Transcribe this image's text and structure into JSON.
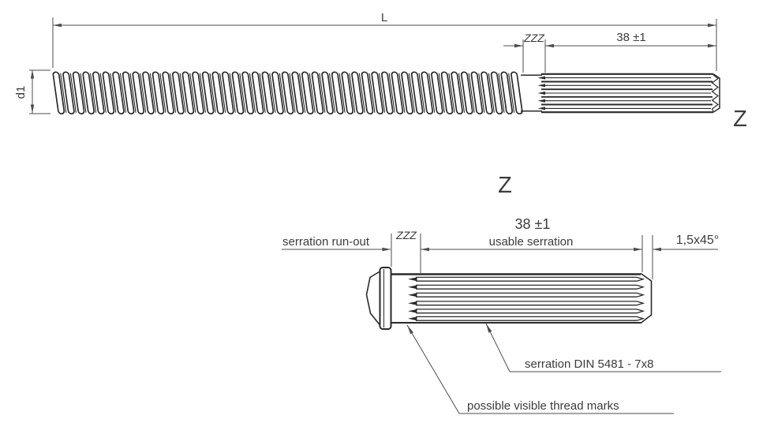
{
  "colors": {
    "line": "#2a2a2a",
    "dim": "#4d4d4d",
    "text": "#3c3c3c",
    "background": "#ffffff"
  },
  "top_view": {
    "length_label": "L",
    "diameter_label": "d1",
    "runout_width_label": "ZZZ",
    "serration_length_label": "38 ±1",
    "detail_marker": "Z"
  },
  "detail_view": {
    "title": "Z",
    "serration_length_label": "38 ±1",
    "runout_width_label": "ZZZ",
    "runout_note": "serration run-out",
    "usable_serration_label": "usable serration",
    "chamfer_label": "1,5x45°",
    "serration_spec_label": "serration DIN 5481 - 7x8",
    "thread_marks_note": "possible visible thread marks"
  }
}
